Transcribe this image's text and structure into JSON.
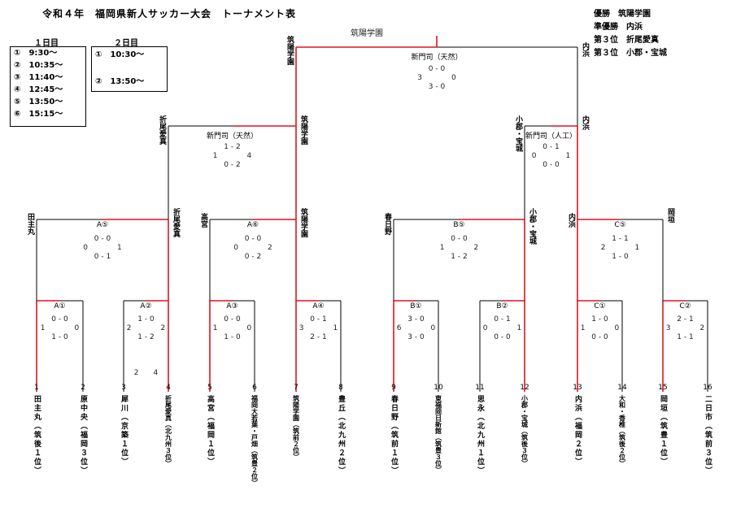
{
  "title": "令和４年　福岡県新人サッカー大会　トーナメント表",
  "results": [
    "優勝　筑陽学園",
    "準優勝　内浜",
    "第３位　折尾愛真",
    "第３位　小郡・宝城"
  ],
  "schedule": {
    "day1_label": "１日目",
    "day1": [
      "①　9:30～",
      "②　10:35～",
      "③　11:40～",
      "④　12:45～",
      "⑤　13:50～",
      "⑥　15:15～"
    ],
    "day2_label": "２日目",
    "day2": [
      "①　10:30～",
      "②　13:50～"
    ]
  },
  "champion": "筑陽学園",
  "final": {
    "venue": "新門司（天然）",
    "score": "0 - 0\n3　　　　0\n3 - 0",
    "left_winner": "筑陽学園",
    "right_winner": "内浜"
  },
  "semis": [
    {
      "venue": "新門司（天然）",
      "score": "1 - 2\n1　　　　4\n0 - 2",
      "left": "折尾愛真",
      "right": "筑陽学園"
    },
    {
      "venue": "新門司（人工）",
      "score": "0 - 1\n0　　　　1\n0 - 0",
      "left": "小郡・宝城",
      "right": "内浜"
    }
  ],
  "quarters": [
    {
      "label": "A⑤",
      "score": "0 - 0\n0　　　　1\n0 - 1",
      "left": "田主丸",
      "right": "折尾愛真"
    },
    {
      "label": "A⑥",
      "score": "0 - 0\n0　　　　2\n0 - 2",
      "left": "高宮",
      "right": "筑陽学園"
    },
    {
      "label": "B⑤",
      "score": "0 - 0\n1　　　　2\n1 - 2",
      "left": "春日野",
      "right": "小郡・宝城"
    },
    {
      "label": "C⑤",
      "score": "1 - 1\n2　　　　1\n1 - 0",
      "left": "内浜",
      "right": "岡垣"
    }
  ],
  "first_round": [
    {
      "label": "A①",
      "score": "0 - 0\n1　　　　0\n1 - 0",
      "pk": ""
    },
    {
      "label": "A②",
      "score": "1 - 0\n2　　　　2\n1 - 2",
      "pk": "2　　4"
    },
    {
      "label": "A③",
      "score": "0 - 0\n1　　　　0\n1 - 0",
      "pk": ""
    },
    {
      "label": "A④",
      "score": "0 - 1\n3　　　　1\n2 - 1",
      "pk": ""
    },
    {
      "label": "B①",
      "score": "3 - 0\n6　　　　0\n3 - 0",
      "pk": ""
    },
    {
      "label": "B②",
      "score": "0 - 1\n0　　　　1\n0 - 0",
      "pk": ""
    },
    {
      "label": "C①",
      "score": "1 - 0\n1　　　　0\n0 - 0",
      "pk": ""
    },
    {
      "label": "C②",
      "score": "2 - 1\n3　　　　2\n1 - 1",
      "pk": ""
    }
  ],
  "teams": [
    {
      "no": "1",
      "name": "田主丸（筑後１位）"
    },
    {
      "no": "2",
      "name": "原中央（福岡３位）"
    },
    {
      "no": "3",
      "name": "犀川（京築１位）"
    },
    {
      "no": "4",
      "name": "折尾愛真（北九州３位）"
    },
    {
      "no": "5",
      "name": "高宮（福岡１位）"
    },
    {
      "no": "6",
      "name": "福岡大若葉・戸畑（筑豊２位）"
    },
    {
      "no": "7",
      "name": "筑陽学園（筑前２位）"
    },
    {
      "no": "8",
      "name": "豊丘（北九州２位）"
    },
    {
      "no": "9",
      "name": "春日野（筑前１位）"
    },
    {
      "no": "10",
      "name": "東福岡日新館（筑豊３位）"
    },
    {
      "no": "11",
      "name": "思永（北九州１位）"
    },
    {
      "no": "12",
      "name": "小郡・宝城（筑後３位）"
    },
    {
      "no": "13",
      "name": "内浜（福岡２位）"
    },
    {
      "no": "14",
      "name": "大和・香椎（筑後２位）"
    },
    {
      "no": "15",
      "name": "岡垣（筑豊１位）"
    },
    {
      "no": "16",
      "name": "二日市（筑前３位）"
    }
  ],
  "colors": {
    "win": "#e0141e",
    "line": "#000000"
  }
}
